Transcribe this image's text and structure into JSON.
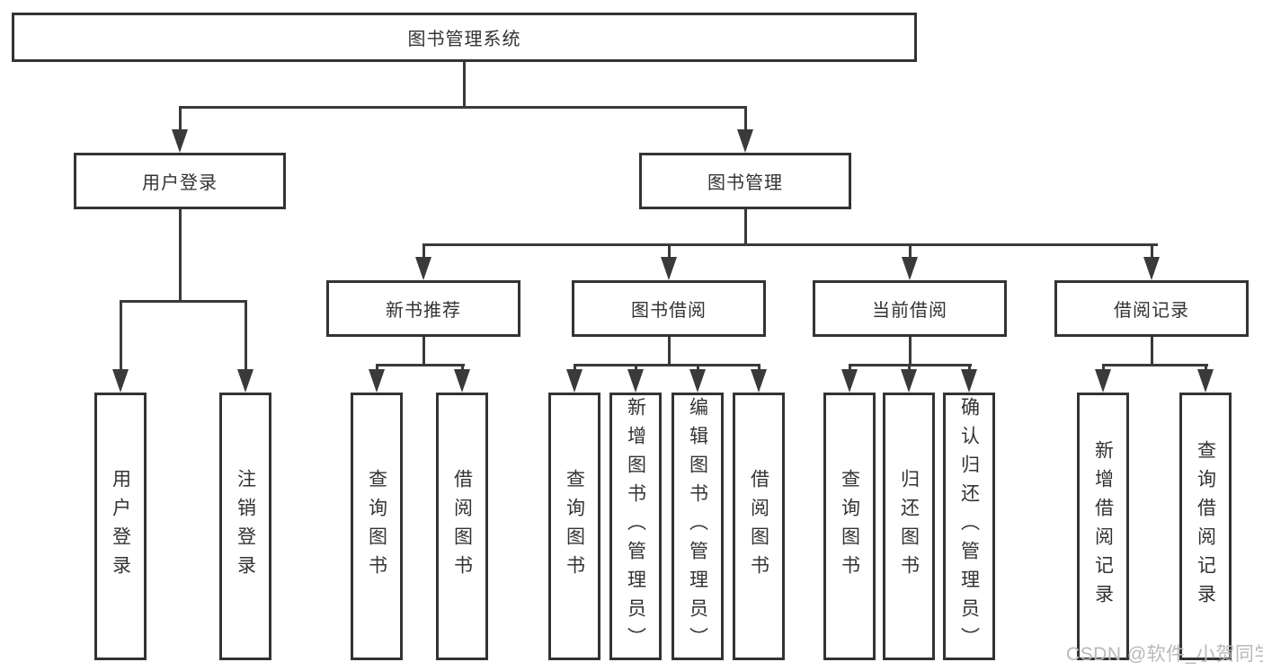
{
  "tree": {
    "root": {
      "label": "图书管理系统"
    },
    "children": [
      {
        "label": "用户登录",
        "children": [
          {
            "label": "用户登录"
          },
          {
            "label": "注销登录"
          }
        ]
      },
      {
        "label": "图书管理",
        "children": [
          {
            "label": "新书推荐",
            "children": [
              {
                "label": "查询图书"
              },
              {
                "label": "借阅图书"
              }
            ]
          },
          {
            "label": "图书借阅",
            "children": [
              {
                "label": "查询图书"
              },
              {
                "label": "新增图书（管理员）"
              },
              {
                "label": "编辑图书（管理员）"
              },
              {
                "label": "借阅图书"
              }
            ]
          },
          {
            "label": "当前借阅",
            "children": [
              {
                "label": "查询图书"
              },
              {
                "label": "归还图书"
              },
              {
                "label": "确认归还（管理员）"
              }
            ]
          },
          {
            "label": "借阅记录",
            "children": [
              {
                "label": "新增借阅记录"
              },
              {
                "label": "查询借阅记录"
              }
            ]
          }
        ]
      }
    ]
  },
  "watermark": {
    "text": "CSDN @软件_小贺同学"
  },
  "colors": {
    "line": "#3a3a3a",
    "box_border": "#333333",
    "text": "#333333",
    "watermark": "#b9b9bd",
    "background": "#ffffff"
  }
}
